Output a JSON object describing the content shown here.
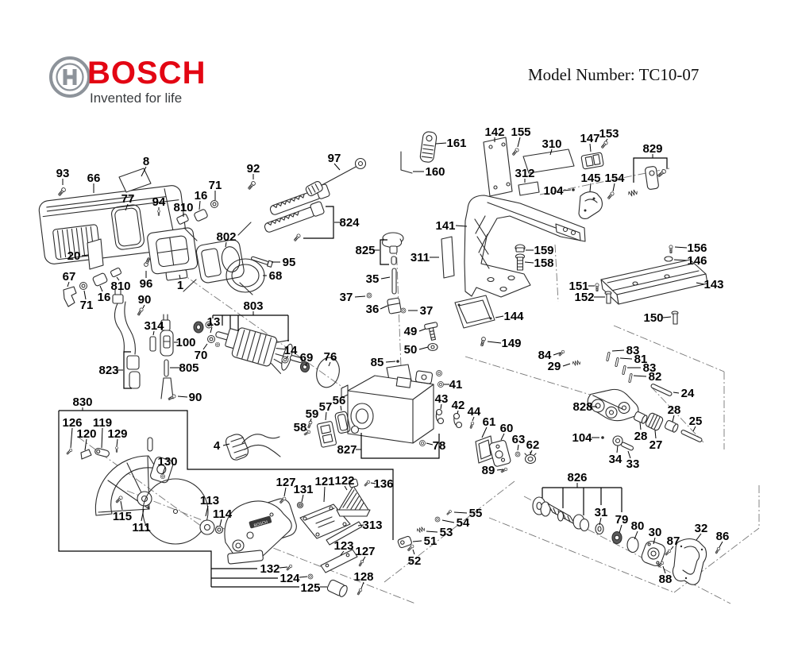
{
  "header": {
    "logo_text": "BOSCH",
    "tagline": "Invented for life",
    "model_label": "Model Number: TC10-07",
    "brand_color": "#e30613"
  },
  "diagram": {
    "saw_head_text": "BOSCH",
    "labels": [
      [
        "93",
        79,
        218,
        [
          79,
          225,
          79,
          233
        ]
      ],
      [
        "66",
        118,
        224,
        [
          118,
          231,
          118,
          243
        ]
      ],
      [
        "8",
        184,
        203,
        [
          184,
          210,
          178,
          222
        ]
      ],
      [
        "77",
        161,
        250,
        [
          161,
          257,
          158,
          265
        ]
      ],
      [
        "94",
        200,
        254,
        [
          200,
          261,
          200,
          264
        ]
      ],
      [
        "810",
        231,
        261,
        [
          231,
          268,
          231,
          273
        ]
      ],
      [
        "16",
        253,
        246,
        [
          252,
          253,
          251,
          264
        ]
      ],
      [
        "71",
        271,
        233,
        [
          271,
          240,
          271,
          252
        ]
      ],
      [
        "92",
        319,
        212,
        [
          319,
          219,
          319,
          226
        ]
      ],
      [
        "97",
        421,
        199,
        [
          421,
          206,
          428,
          214
        ]
      ],
      [
        "824",
        440,
        280,
        [
          430,
          280,
          421,
          280
        ]
      ],
      [
        "161",
        575,
        180,
        [
          562,
          180,
          549,
          181
        ]
      ],
      [
        "160",
        548,
        216,
        [
          534,
          216,
          520,
          216
        ]
      ],
      [
        "142",
        623,
        166,
        [
          623,
          173,
          623,
          179
        ]
      ],
      [
        "155",
        656,
        166,
        [
          655,
          173,
          652,
          185
        ]
      ],
      [
        "310",
        695,
        181,
        [
          695,
          188,
          693,
          195
        ]
      ],
      [
        "312",
        661,
        218,
        [
          661,
          225,
          661,
          230
        ]
      ],
      [
        "104",
        697,
        240,
        [
          709,
          240,
          719,
          239
        ]
      ],
      [
        "147",
        743,
        174,
        [
          743,
          181,
          744,
          191
        ]
      ],
      [
        "153",
        767,
        168,
        [
          765,
          175,
          763,
          178
        ]
      ],
      [
        "829",
        822,
        187,
        [
          822,
          194,
          822,
          199
        ]
      ],
      [
        "145",
        744,
        224,
        [
          744,
          231,
          743,
          241
        ]
      ],
      [
        "154",
        774,
        224,
        [
          774,
          231,
          772,
          241
        ]
      ],
      [
        "141",
        561,
        284,
        [
          574,
          284,
          588,
          285
        ]
      ],
      [
        "311",
        529,
        324,
        [
          541,
          324,
          553,
          324
        ]
      ],
      [
        "825",
        460,
        315,
        [
          470,
          315,
          478,
          315
        ]
      ],
      [
        "35",
        469,
        351,
        [
          480,
          351,
          491,
          349
        ]
      ],
      [
        "37",
        436,
        374,
        [
          447,
          374,
          460,
          373
        ]
      ],
      [
        "36",
        469,
        389,
        [
          479,
          389,
          488,
          385
        ]
      ],
      [
        "37",
        537,
        391,
        [
          526,
          391,
          514,
          391
        ]
      ],
      [
        "49",
        517,
        417,
        [
          528,
          417,
          536,
          414
        ]
      ],
      [
        "50",
        517,
        440,
        [
          528,
          440,
          539,
          437
        ]
      ],
      [
        "85",
        475,
        456,
        [
          486,
          456,
          498,
          455
        ]
      ],
      [
        "159",
        685,
        315,
        [
          672,
          315,
          662,
          315
        ]
      ],
      [
        "158",
        685,
        331,
        [
          672,
          331,
          661,
          330
        ]
      ],
      [
        "144",
        647,
        398,
        [
          634,
          398,
          624,
          400
        ]
      ],
      [
        "149",
        644,
        432,
        [
          631,
          432,
          614,
          430
        ]
      ],
      [
        "156",
        878,
        312,
        [
          865,
          312,
          850,
          311
        ]
      ],
      [
        "146",
        878,
        328,
        [
          865,
          328,
          849,
          327
        ]
      ],
      [
        "143",
        899,
        358,
        [
          887,
          358,
          877,
          356
        ]
      ],
      [
        "151",
        729,
        360,
        [
          741,
          360,
          749,
          360
        ]
      ],
      [
        "152",
        736,
        374,
        [
          748,
          374,
          762,
          374
        ]
      ],
      [
        "150",
        823,
        400,
        [
          835,
          400,
          845,
          399
        ]
      ],
      [
        "20",
        93,
        322,
        [
          103,
          322,
          111,
          321
        ]
      ],
      [
        "67",
        87,
        348,
        [
          87,
          355,
          85,
          361
        ]
      ],
      [
        "810",
        152,
        360,
        [
          150,
          353,
          147,
          349
        ]
      ],
      [
        "96",
        184,
        357,
        [
          184,
          350,
          184,
          341
        ]
      ],
      [
        "16",
        131,
        374,
        [
          129,
          367,
          126,
          360
        ]
      ],
      [
        "71",
        109,
        384,
        [
          108,
          377,
          106,
          366
        ]
      ],
      [
        "1",
        227,
        359,
        [
          227,
          351,
          226,
          346
        ]
      ],
      [
        "802",
        285,
        298,
        [
          285,
          305,
          284,
          311
        ]
      ],
      [
        "95",
        364,
        330,
        [
          353,
          330,
          342,
          330
        ]
      ],
      [
        "68",
        347,
        347,
        [
          336,
          347,
          331,
          347
        ]
      ],
      [
        "90",
        182,
        377,
        [
          182,
          384,
          180,
          388
        ]
      ],
      [
        "314",
        194,
        410,
        [
          194,
          417,
          193,
          422
        ]
      ],
      [
        "100",
        234,
        431,
        [
          224,
          431,
          219,
          431
        ]
      ],
      [
        "13",
        269,
        405,
        [
          267,
          412,
          265,
          419
        ]
      ],
      [
        "803",
        319,
        385,
        [
          319,
          392,
          319,
          397
        ]
      ],
      [
        "70",
        253,
        447,
        [
          256,
          440,
          261,
          433
        ]
      ],
      [
        "14",
        366,
        441,
        [
          363,
          448,
          360,
          452
        ]
      ],
      [
        "69",
        386,
        450,
        [
          386,
          457,
          385,
          461
        ]
      ],
      [
        "76",
        416,
        449,
        [
          416,
          456,
          414,
          461
        ]
      ],
      [
        "823",
        137,
        466,
        [
          147,
          466,
          155,
          466
        ]
      ],
      [
        "805",
        238,
        463,
        [
          227,
          463,
          214,
          463
        ]
      ],
      [
        "90",
        246,
        500,
        [
          236,
          500,
          224,
          499
        ]
      ],
      [
        "830",
        104,
        506,
        [
          104,
          513,
          104,
          517
        ]
      ],
      [
        "126",
        91,
        532,
        [
          91,
          539,
          89,
          564
        ]
      ],
      [
        "120",
        109,
        546,
        [
          109,
          553,
          107,
          567
        ]
      ],
      [
        "119",
        129,
        532,
        [
          129,
          539,
          128,
          564
        ]
      ],
      [
        "129",
        148,
        546,
        [
          148,
          553,
          147,
          562
        ]
      ],
      [
        "130",
        211,
        581,
        [
          208,
          588,
          205,
          597
        ]
      ],
      [
        "115",
        154,
        650,
        [
          154,
          642,
          152,
          631
        ]
      ],
      [
        "111",
        178,
        664,
        [
          178,
          656,
          181,
          641
        ]
      ],
      [
        "113",
        264,
        630,
        [
          262,
          637,
          259,
          650
        ]
      ],
      [
        "114",
        280,
        647,
        [
          279,
          654,
          277,
          662
        ]
      ],
      [
        "4",
        273,
        561,
        [
          281,
          561,
          289,
          559
        ]
      ],
      [
        "56",
        427,
        504,
        [
          429,
          511,
          430,
          517
        ]
      ],
      [
        "57",
        410,
        512,
        [
          411,
          519,
          410,
          529
        ]
      ],
      [
        "59",
        393,
        521,
        [
          392,
          527,
          391,
          531
        ]
      ],
      [
        "58",
        378,
        538,
        [
          385,
          540,
          387,
          542
        ]
      ],
      [
        "827",
        437,
        566,
        [
          448,
          566,
          455,
          566
        ]
      ],
      [
        "78",
        553,
        561,
        [
          545,
          560,
          537,
          558
        ]
      ],
      [
        "41",
        574,
        484,
        [
          566,
          484,
          559,
          484
        ]
      ],
      [
        "43",
        556,
        502,
        [
          556,
          509,
          555,
          515
        ]
      ],
      [
        "42",
        577,
        510,
        [
          577,
          517,
          576,
          521
        ]
      ],
      [
        "44",
        597,
        518,
        [
          597,
          525,
          595,
          530
        ]
      ],
      [
        "61",
        616,
        531,
        [
          613,
          538,
          607,
          551
        ]
      ],
      [
        "60",
        638,
        539,
        [
          635,
          546,
          631,
          554
        ]
      ],
      [
        "63",
        653,
        553,
        [
          653,
          560,
          652,
          567
        ]
      ],
      [
        "62",
        671,
        560,
        [
          670,
          567,
          668,
          572
        ]
      ],
      [
        "89",
        615,
        592,
        [
          626,
          592,
          634,
          591
        ]
      ],
      [
        "127",
        360,
        607,
        [
          360,
          614,
          358,
          625
        ]
      ],
      [
        "131",
        382,
        616,
        [
          382,
          623,
          380,
          632
        ]
      ],
      [
        "121",
        409,
        606,
        [
          409,
          613,
          408,
          632
        ]
      ],
      [
        "122",
        434,
        605,
        [
          434,
          612,
          437,
          617
        ]
      ],
      [
        "136",
        483,
        609,
        [
          473,
          609,
          467,
          608
        ]
      ],
      [
        "313",
        469,
        661,
        [
          458,
          661,
          451,
          662
        ]
      ],
      [
        "123",
        433,
        687,
        [
          433,
          694,
          429,
          699
        ]
      ],
      [
        "127",
        460,
        694,
        [
          460,
          701,
          457,
          706
        ]
      ],
      [
        "128",
        458,
        726,
        [
          458,
          733,
          455,
          741
        ]
      ],
      [
        "132",
        340,
        716,
        [
          352,
          715,
          362,
          714
        ]
      ],
      [
        "124",
        365,
        728,
        [
          377,
          727,
          387,
          726
        ]
      ],
      [
        "125",
        391,
        740,
        [
          403,
          739,
          412,
          739
        ]
      ],
      [
        "51",
        542,
        681,
        [
          531,
          681,
          520,
          682
        ]
      ],
      [
        "52",
        522,
        706,
        [
          522,
          698,
          520,
          692
        ]
      ],
      [
        "53",
        562,
        670,
        [
          551,
          670,
          537,
          669
        ]
      ],
      [
        "54",
        583,
        658,
        [
          572,
          658,
          557,
          655
        ]
      ],
      [
        "55",
        599,
        646,
        [
          588,
          646,
          572,
          645
        ]
      ],
      [
        "826",
        727,
        601,
        [
          727,
          608,
          727,
          614
        ]
      ],
      [
        "31",
        757,
        645,
        [
          757,
          652,
          755,
          661
        ]
      ],
      [
        "79",
        783,
        654,
        [
          783,
          661,
          780,
          671
        ]
      ],
      [
        "80",
        803,
        662,
        [
          803,
          669,
          799,
          679
        ]
      ],
      [
        "30",
        825,
        670,
        [
          825,
          677,
          823,
          685
        ]
      ],
      [
        "87",
        848,
        681,
        [
          848,
          688,
          845,
          692
        ]
      ],
      [
        "32",
        883,
        665,
        [
          883,
          672,
          877,
          680
        ]
      ],
      [
        "86",
        910,
        675,
        [
          910,
          682,
          906,
          689
        ]
      ],
      [
        "88",
        838,
        729,
        [
          838,
          722,
          835,
          713
        ]
      ],
      [
        "84",
        686,
        447,
        [
          697,
          447,
          706,
          444
        ]
      ],
      [
        "29",
        698,
        461,
        [
          709,
          461,
          718,
          458
        ]
      ],
      [
        "83",
        797,
        441,
        [
          786,
          441,
          771,
          442
        ]
      ],
      [
        "81",
        807,
        452,
        [
          796,
          452,
          781,
          451
        ]
      ],
      [
        "83",
        818,
        463,
        [
          807,
          463,
          790,
          463
        ]
      ],
      [
        "82",
        825,
        474,
        [
          814,
          474,
          798,
          473
        ]
      ],
      [
        "24",
        866,
        495,
        [
          855,
          495,
          848,
          494
        ]
      ],
      [
        "828",
        734,
        512,
        [
          746,
          512,
          752,
          512
        ]
      ],
      [
        "28",
        849,
        516,
        [
          849,
          523,
          847,
          531
        ]
      ],
      [
        "25",
        876,
        530,
        [
          876,
          537,
          873,
          543
        ]
      ],
      [
        "27",
        826,
        560,
        [
          826,
          552,
          825,
          542
        ]
      ],
      [
        "28",
        807,
        549,
        [
          807,
          541,
          806,
          532
        ]
      ],
      [
        "104",
        733,
        551,
        [
          745,
          551,
          755,
          551
        ]
      ],
      [
        "34",
        775,
        578,
        [
          777,
          570,
          778,
          561
        ]
      ],
      [
        "33",
        797,
        584,
        [
          794,
          577,
          791,
          568
        ]
      ]
    ],
    "brackets": [
      "74,517 236,517 236,591 329,591",
      "329,591 495,591 495,680",
      "74,517 74,694 266,694 266,739",
      "266,716 324,716",
      "266,728 350,728",
      "266,739 377,739",
      "455,545 455,577 553,577 553,546",
      "410,260 420,260 420,300 382,300",
      "488,302 479,302 479,333 490,333",
      "165,443 156,443 156,489 166,489",
      "798,230 798,199 840,199 840,212",
      "268,397 363,397",
      "268,397 268,401",
      "280,397 280,410",
      "290,397 290,414",
      "300,397 300,417",
      "363,397 363,430",
      "683,614 783,614",
      "683,614 683,627",
      "709,614 709,640",
      "735,614 735,649",
      "757,614 757,636",
      "783,614 783,645"
    ],
    "centerlines": [
      [
        152,
        290,
        462,
        509
      ],
      [
        98,
        550,
        268,
        673
      ],
      [
        160,
        618,
        523,
        760
      ],
      [
        484,
        733,
        648,
        606
      ],
      [
        586,
        449,
        753,
        500
      ],
      [
        773,
        410,
        912,
        468
      ],
      [
        912,
        468,
        912,
        566
      ],
      [
        820,
        487,
        886,
        557
      ],
      [
        616,
        652,
        849,
        746
      ],
      [
        849,
        746,
        956,
        665
      ],
      [
        956,
        611,
        956,
        665
      ],
      [
        660,
        625,
        920,
        760
      ],
      [
        680,
        245,
        843,
        212
      ],
      [
        499,
        306,
        505,
        462
      ],
      [
        699,
        308,
        703,
        380
      ]
    ]
  }
}
